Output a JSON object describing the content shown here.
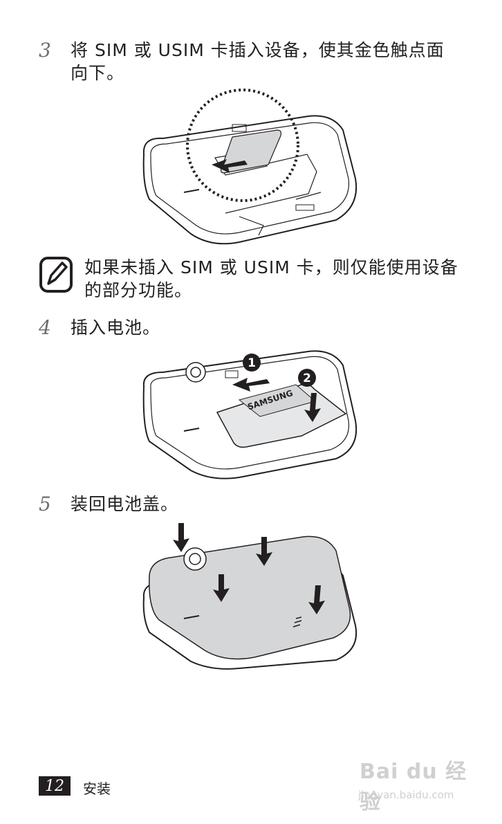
{
  "steps": [
    {
      "number": "3",
      "text": "将 SIM 或 USIM 卡插入设备，使其金色触点面向下。"
    },
    {
      "number": "4",
      "text": "插入电池。"
    },
    {
      "number": "5",
      "text": "装回电池盖。"
    }
  ],
  "note": {
    "icon": "note-pencil-icon",
    "text": "如果未插入 SIM 或 USIM 卡，则仅能使用设备的部分功能。"
  },
  "figure2": {
    "badge1": "1",
    "badge2": "2",
    "battery_label": "SAMSUNG"
  },
  "footer": {
    "page_number": "12",
    "section": "安装"
  },
  "watermark": {
    "brand": "Bai du 经验",
    "url": "jingyan.baidu.com"
  }
}
